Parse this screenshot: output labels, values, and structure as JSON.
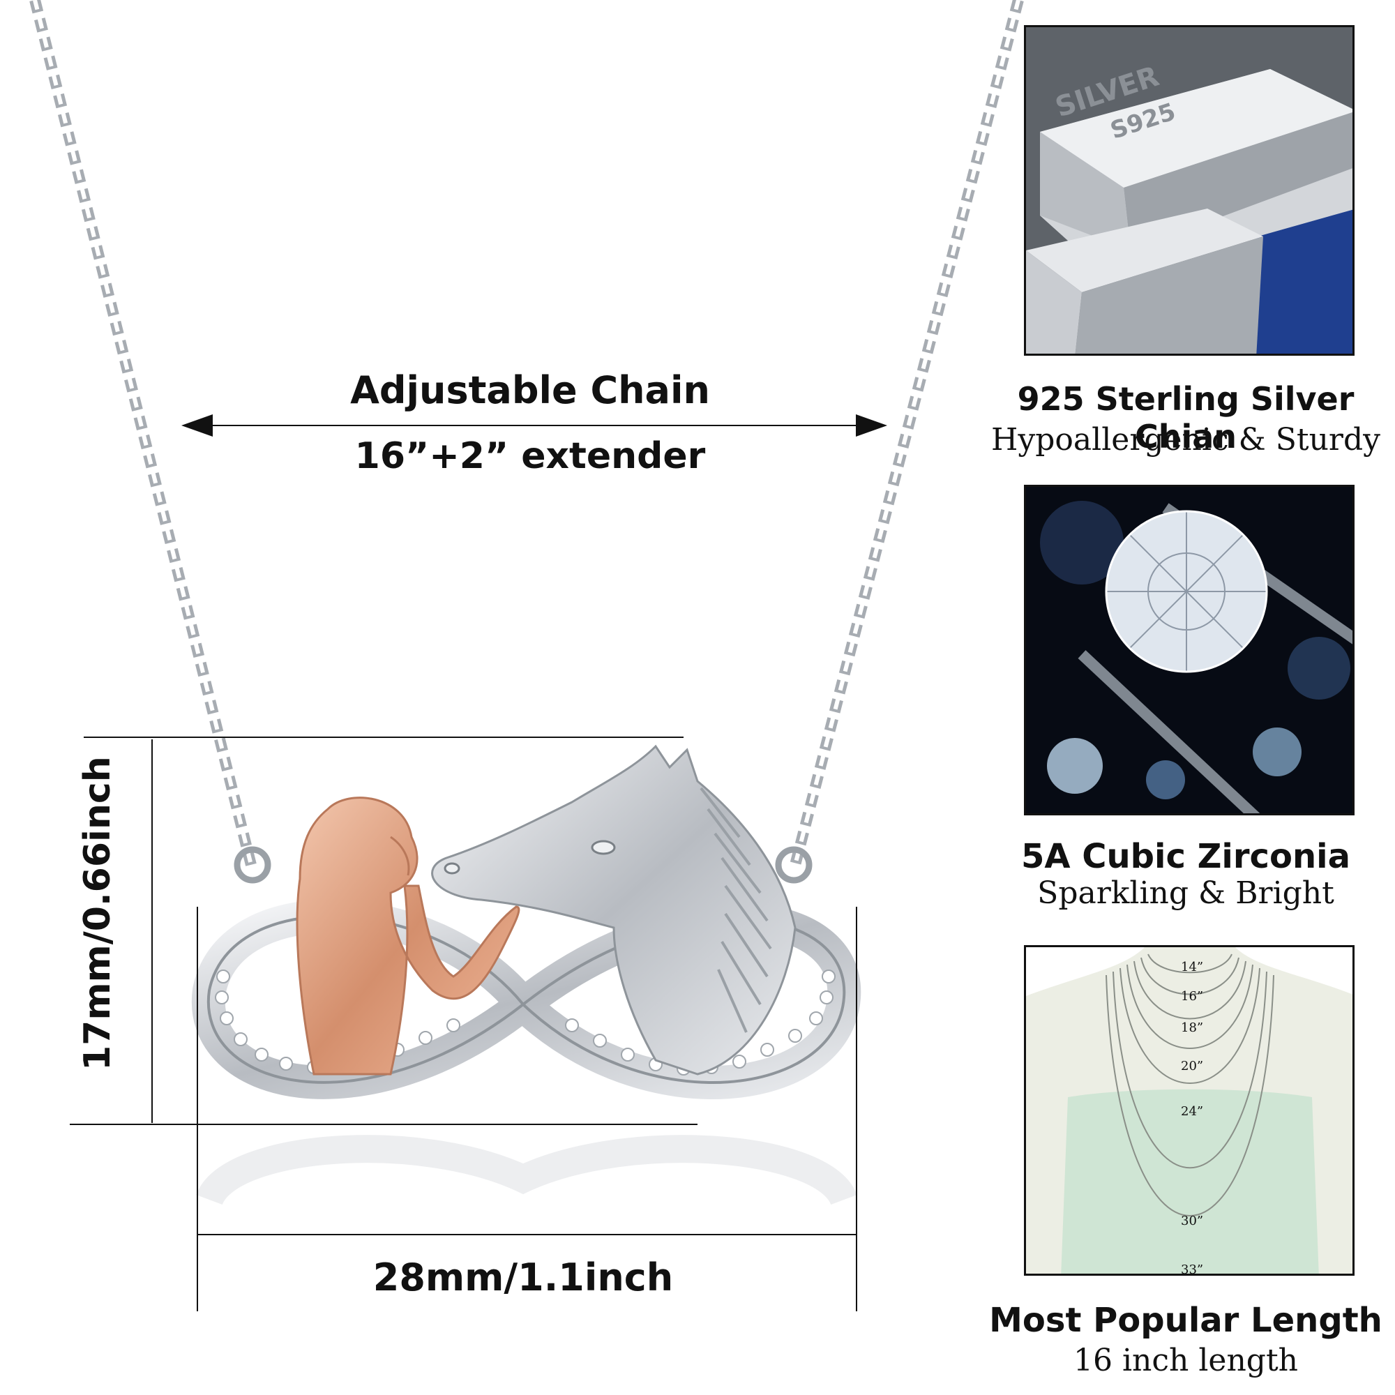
{
  "chain_label": {
    "title": "Adjustable Chain",
    "subtitle": "16”+2” extender"
  },
  "dimensions": {
    "height": "17mm/0.66inch",
    "width": "28mm/1.1inch"
  },
  "features": [
    {
      "title": "925 Sterling Silver Chian",
      "subtitle": "Hypoallergenic & Sturdy",
      "engraving_top": "SILVER",
      "engraving_bottom": "S925"
    },
    {
      "title": "5A Cubic Zirconia",
      "subtitle": "Sparkling & Bright"
    },
    {
      "title": "Most Popular Length",
      "subtitle": "16 inch length",
      "lengths": [
        "14”",
        "16”",
        "18”",
        "20”",
        "24”",
        "30”",
        "33”"
      ]
    }
  ],
  "colors": {
    "silver": "#c9ccd1",
    "rose_gold": "#e0a383",
    "sapphire": "#1f3f8f",
    "dress_green": "#cfe5d4"
  }
}
